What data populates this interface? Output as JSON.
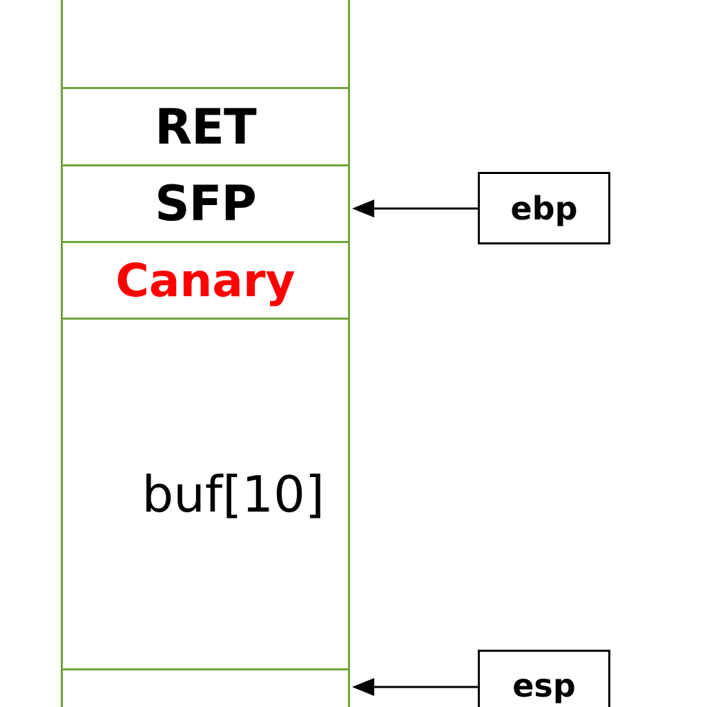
{
  "stack": {
    "cells": {
      "ret": "RET",
      "sfp": "SFP",
      "canary": "Canary",
      "buf": "buf[10]"
    },
    "border_color": "#70a33a",
    "canary_color": "#ff0000"
  },
  "registers": {
    "ebp": "ebp",
    "esp": "esp"
  }
}
